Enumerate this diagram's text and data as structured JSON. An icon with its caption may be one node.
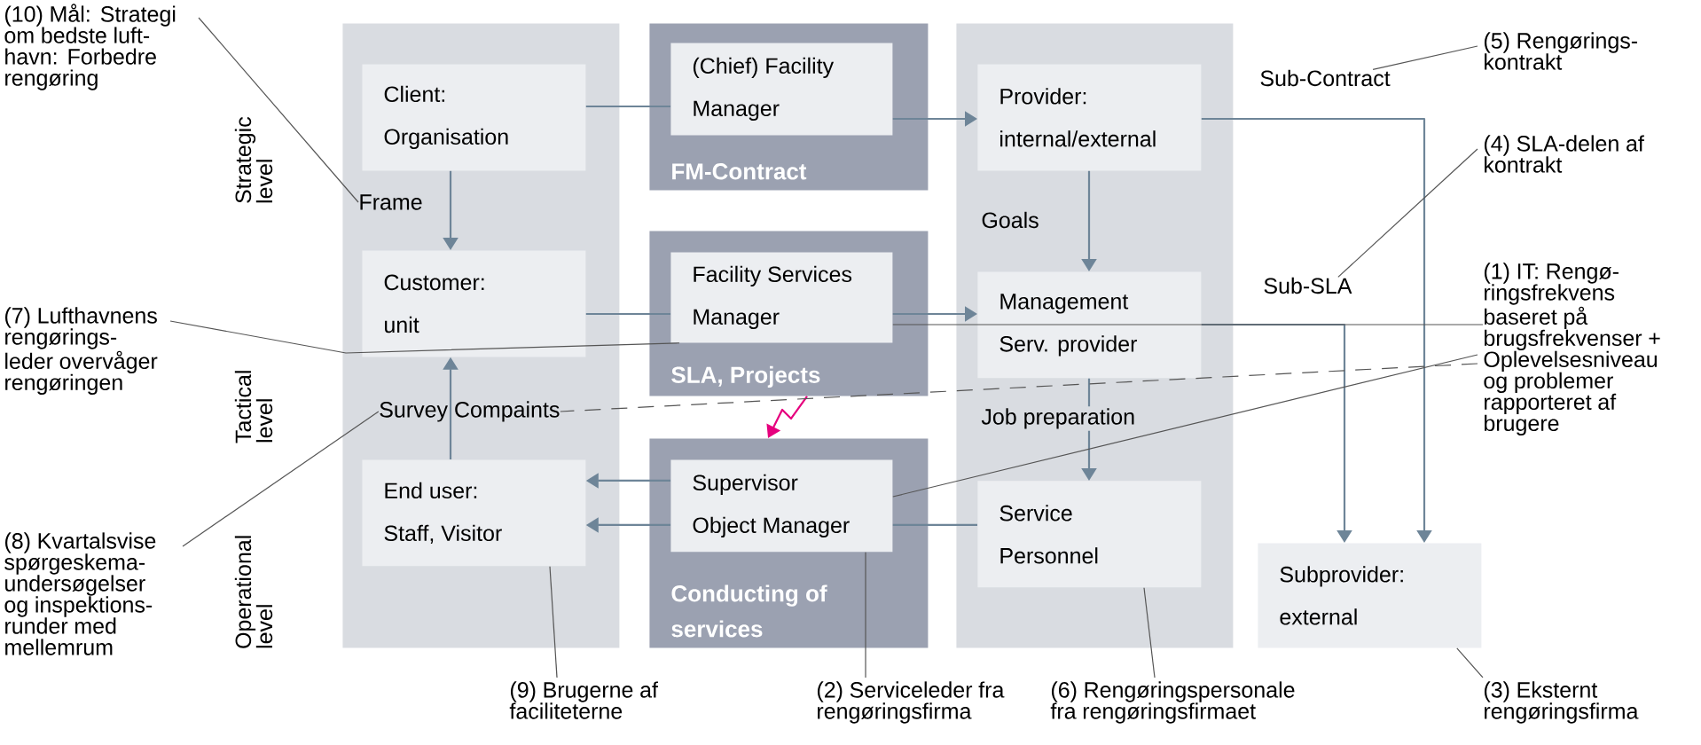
{
  "diagram": {
    "nodes": [
      {
        "text": [],
        "shape": "box"
      },
      {
        "text": [
          "Client: Organisation"
        ],
        "in": 0
      },
      {
        "text": [
          "FM-Contract"
        ]
      },
      {
        "text": [
          "(Chief) Facility Manager"
        ],
        "in": 2
      },
      {
        "text": [],
        "shape": "box"
      },
      {
        "text": [
          "Provider: internal/external"
        ],
        "in": 4
      },
      {
        "text": [
          "Sub-Contract"
        ]
      },
      {
        "text": [
          "Frame"
        ],
        "in": 0
      },
      {
        "text": [
          "Customer: unit"
        ],
        "in": 0
      },
      {
        "text": [
          "SLA, Projects"
        ]
      },
      {
        "text": [
          "Facility Services Manager"
        ],
        "in": 9
      },
      {
        "text": [
          "Management Serv. provider"
        ],
        "in": 4
      },
      {
        "text": [
          "Sub-SLA"
        ]
      },
      {
        "text": [
          "Survey Compaints"
        ],
        "in": 0
      },
      {
        "text": [
          "End user: Staff, Visitor"
        ],
        "in": 0
      },
      {
        "text": [
          "Conducting of services"
        ]
      },
      {
        "text": [
          "Supervisor Object Manager"
        ],
        "in": 15
      },
      {
        "text": [
          "Service Personnel"
        ],
        "in": 4
      },
      {
        "text": [
          "Subprovider: external"
        ]
      },
      {
        "text": [
          "(10) Mål: Strategi om bedste luft-havn: Forbedre rengøring"
        ]
      },
      {
        "text": [
          "(7) Lufthavnens rengørings-leder overvåger rengøringen"
        ]
      },
      {
        "text": [
          "(8) Kvartalsvise spørgeskema-undersøgelser og inspektions-runder med mellemrum"
        ]
      },
      {
        "text": [
          "(5) Rengørings-kontrakt"
        ]
      },
      {
        "text": [
          "(4) SLA-delen af kontrakt"
        ]
      },
      {
        "text": [
          "(1) IT: Rengø-ringsfrekvens baseret på brugsfrekvenser + Oplevelsesniveau og problemer rapporteret af brugere"
        ]
      },
      {
        "text": [
          "(9) Brugerne af faciliteterne"
        ]
      },
      {
        "text": [
          "(2) Serviceleder fra rengøringsfirma"
        ]
      },
      {
        "text": [
          "(6) Rengøringspersonale fra rengøringsfirmaet"
        ]
      },
      {
        "text": [
          "(3) Eksternt rengøringsfirma"
        ]
      }
    ],
    "edges": [
      {
        "from": 1,
        "to": 3,
        "arrow": "none"
      },
      {
        "from": 3,
        "to": 5,
        "arrow": "to"
      },
      {
        "from": 1,
        "to": 8,
        "arrow": "to"
      },
      {
        "from": 8,
        "to": 10,
        "arrow": "none"
      },
      {
        "from": 10,
        "to": 11,
        "arrow": "to"
      },
      {
        "from": 5,
        "to": 11,
        "arrow": "to",
        "label": "Goals"
      },
      {
        "from": 11,
        "to": 17,
        "arrow": "to",
        "label": "Job preparation"
      },
      {
        "from": 14,
        "to": 8,
        "arrow": "to"
      },
      {
        "from": 16,
        "to": 14,
        "arrow": "to"
      },
      {
        "from": 16,
        "to": 14,
        "arrow": "to"
      },
      {
        "from": 17,
        "to": 16,
        "arrow": "none"
      },
      {
        "from": 5,
        "to": 18,
        "arrow": "to"
      },
      {
        "from": 11,
        "to": 18,
        "arrow": "to"
      },
      {
        "from": 9,
        "to": 15,
        "arrow": "to",
        "color": "#e6007e"
      },
      {
        "from": 19,
        "to": 7,
        "arrow": "none",
        "color": "#555555"
      },
      {
        "from": 20,
        "to": 10,
        "arrow": "none",
        "color": "#555555"
      },
      {
        "from": 21,
        "to": 13,
        "arrow": "none",
        "color": "#555555"
      },
      {
        "from": 22,
        "to": 6,
        "arrow": "none",
        "color": "#555555"
      },
      {
        "from": 23,
        "to": 12,
        "arrow": "none",
        "color": "#555555"
      },
      {
        "from": 24,
        "to": 10,
        "arrow": "none",
        "color": "#555555"
      },
      {
        "from": 24,
        "to": 16,
        "arrow": "none",
        "color": "#555555"
      },
      {
        "from": 24,
        "to": 13,
        "arrow": "none",
        "style": "dashed",
        "color": "#555555"
      },
      {
        "from": 25,
        "to": 14,
        "arrow": "none",
        "color": "#555555"
      },
      {
        "from": 26,
        "to": 16,
        "arrow": "none",
        "color": "#555555"
      },
      {
        "from": 27,
        "to": 17,
        "arrow": "none",
        "color": "#555555"
      },
      {
        "from": 28,
        "to": 18,
        "arrow": "none",
        "color": "#555555"
      }
    ],
    "labels": [
      "Strategic level",
      "Tactical level",
      "Operational level"
    ]
  }
}
